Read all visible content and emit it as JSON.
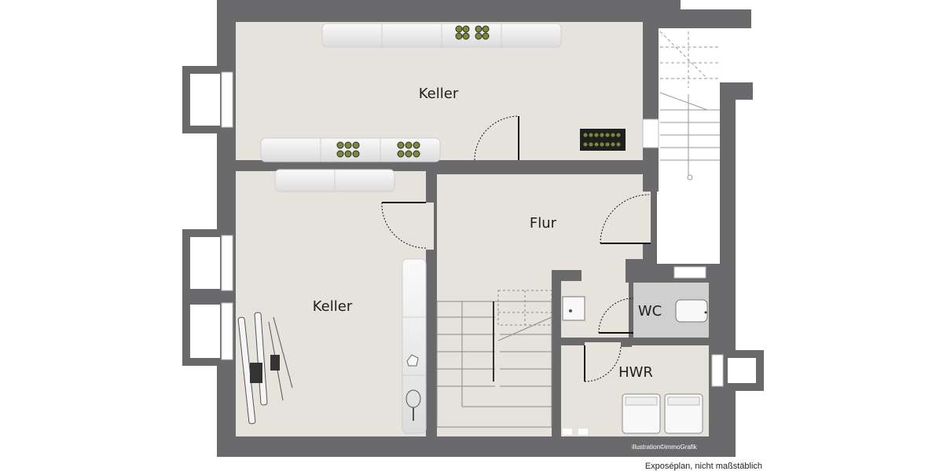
{
  "rooms": {
    "keller_top": "Keller",
    "keller_left": "Keller",
    "flur": "Flur",
    "wc": "WC",
    "hwr": "HWR"
  },
  "credit": "illustration©immoGrafik",
  "caption": "Exposéplan, nicht maßstäblich",
  "colors": {
    "wall": "#6a696c",
    "floor": "#e6e2dc",
    "wc_floor": "#cfcfcf",
    "furniture": "#f3f3f3",
    "bottles": "#7d8a35"
  }
}
